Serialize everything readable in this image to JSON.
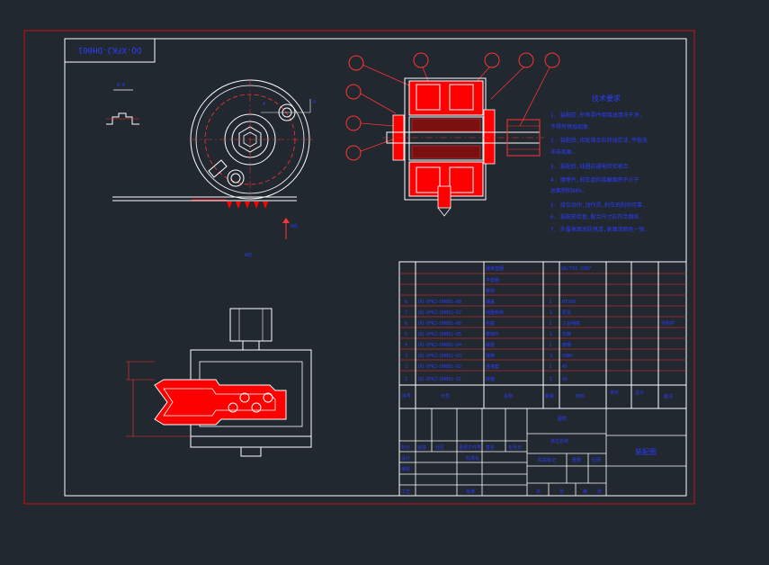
{
  "drawing_code": "DQ-XFKJ-DH001",
  "section_label": "A-A",
  "side_letter_a": "A",
  "direction_label": "A向",
  "view_label": "A向",
  "tech_requirements": {
    "title": "技术要求",
    "items": [
      "1. 装配前,所有零件用煤油清洗干净,",
      "   不得有锈蚀现象.",
      "2. 装配后,齿轮啮合应转动灵活,平稳无",
      "   冲击现象.",
      "3. 装配后,线圈应通电检验吸合.",
      "4. 摩擦片,刹车盘的接触面积不小于",
      "   总面积的80%.",
      "5. 接合动作,动作灵,刹车后制动可靠.",
      "6. 装配前检查,配合尺寸应符合图纸.",
      "7. 外露表面涂防锈漆,表面漆颜色一致."
    ]
  },
  "bom": {
    "top_rows": [
      {
        "col3": "弹簧垫圈",
        "col5": "GB/T93-1987"
      },
      {
        "col3": "平垫圈",
        "col5": ""
      },
      {
        "col3": "螺栓",
        "col5": ""
      }
    ],
    "rows": [
      {
        "seq": "8",
        "code": "DQ-XFKJ-DH001-08",
        "name": "端盖",
        "qty": "1",
        "material": "HT200",
        "note": ""
      },
      {
        "seq": "7",
        "code": "DQ-XFKJ-DH001-07",
        "name": "线圈骨架",
        "qty": "1",
        "material": "尼龙",
        "note": ""
      },
      {
        "seq": "6",
        "code": "DQ-XFKJ-DH001-06",
        "name": "衔铁",
        "qty": "1",
        "material": "工业纯铁",
        "note": "外购件"
      },
      {
        "seq": "5",
        "code": "DQ-XFKJ-DH001-05",
        "name": "摩擦片",
        "qty": "1",
        "material": "石棉",
        "note": ""
      },
      {
        "seq": "4",
        "code": "DQ-XFKJ-DH001-04",
        "name": "磁轭",
        "qty": "1",
        "material": "铸钢",
        "note": ""
      },
      {
        "seq": "3",
        "code": "DQ-XFKJ-DH001-03",
        "name": "弹簧",
        "qty": "3",
        "material": "65Mn",
        "note": ""
      },
      {
        "seq": "2",
        "code": "DQ-XFKJ-DH001-02",
        "name": "连接套",
        "qty": "1",
        "material": "45",
        "note": ""
      },
      {
        "seq": "1",
        "code": "DQ-XFKJ-DH001-01",
        "name": "转轴",
        "qty": "1",
        "material": "45",
        "note": ""
      }
    ],
    "header": {
      "seq": "序号",
      "code": "代号",
      "name": "名称",
      "qty": "数量",
      "material": "材料",
      "single": "单件",
      "total": "总计",
      "note": "备注"
    }
  },
  "title_block": {
    "row_labels": [
      "标记",
      "处数",
      "分区",
      "更改文件号",
      "签名",
      "年月日"
    ],
    "left_labels": [
      "设计",
      "审核",
      "工艺"
    ],
    "std_label": "标准化",
    "approve_label": "批准",
    "material_mark": "图样",
    "unit": "单位名称",
    "stage_label": "阶段标记",
    "weight_label": "重量",
    "scale_label": "比例",
    "sheet_total": "共",
    "sheet_of": "张",
    "sheet_no": "第",
    "drawing_name": "装配图"
  },
  "colors": {
    "frame": "#cc1111",
    "line": "#ffffff",
    "red": "#ff0000",
    "blue": "#2d3cff",
    "background": "#212830"
  }
}
